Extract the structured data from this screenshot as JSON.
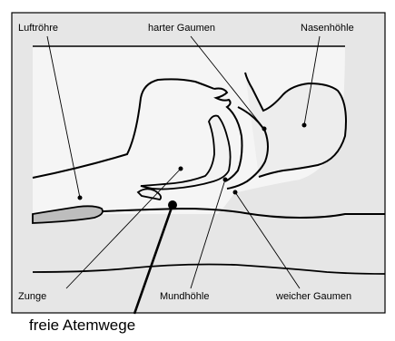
{
  "labels": {
    "trachea": "Luftröhre",
    "hard_palate": "harter Gaumen",
    "nasal_cavity": "Nasenhöhle",
    "tongue": "Zunge",
    "oral_cavity": "Mundhöhle",
    "soft_palate": "weicher Gaumen",
    "airway": "freie Atemwege"
  },
  "colors": {
    "panel": "#e6e6e6",
    "tissue": "#f7f7f7",
    "stroke": "#000000",
    "tongue_fill": "#bdbdbd"
  }
}
